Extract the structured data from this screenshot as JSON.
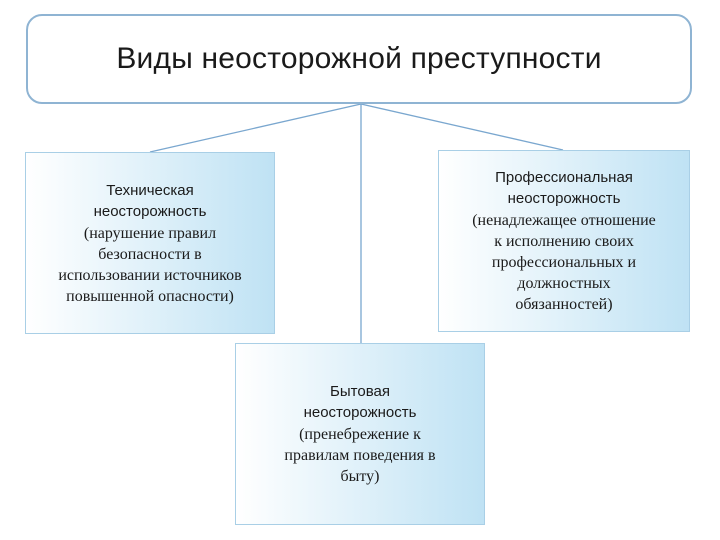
{
  "title": "Виды неосторожной преступности",
  "nodes": {
    "technical": {
      "title": "Техническая\nнеосторожность",
      "description": "(нарушение правил\nбезопасности в\nиспользовании источников\nповышенной опасности)"
    },
    "professional": {
      "title": "Профессиональная\nнеосторожность",
      "description": "(ненадлежащее отношение\nк исполнению своих\nпрофессиональных и\nдолжностных\nобязанностей)"
    },
    "household": {
      "title": "Бытовая\nнеосторожность",
      "description": "(пренебрежение к\nправилам поведения в\nбыту)"
    }
  },
  "colors": {
    "border": "#8fb4d3",
    "connector": "#7aa7cf",
    "node_fill_light": "#e9f5fb",
    "node_fill_dark": "#bfe2f4"
  }
}
